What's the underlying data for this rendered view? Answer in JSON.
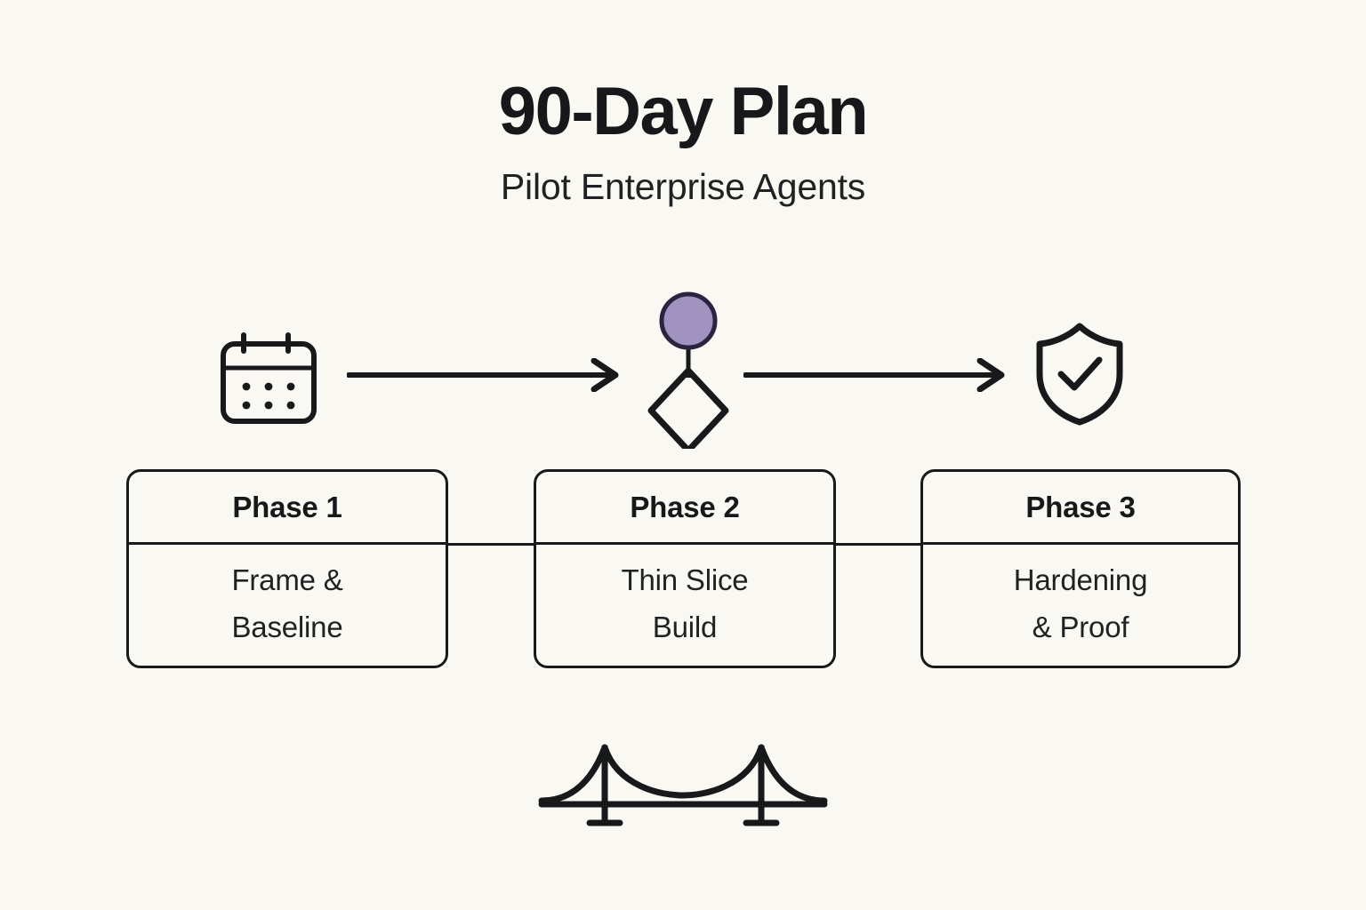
{
  "header": {
    "title": "90-Day Plan",
    "subtitle": "Pilot Enterprise Agents"
  },
  "flow": {
    "icons": [
      {
        "name": "calendar-icon",
        "meaning": "calendar"
      },
      {
        "name": "decision-node-icon",
        "meaning": "decision-diamond-with-marker"
      },
      {
        "name": "shield-check-icon",
        "meaning": "shield-check"
      }
    ],
    "arrows": [
      {
        "name": "arrow-phase1-to-phase2",
        "direction": "right"
      },
      {
        "name": "arrow-phase2-to-phase3",
        "direction": "right"
      }
    ]
  },
  "phases": [
    {
      "heading": "Phase 1",
      "body_lines": [
        "Frame &",
        "Baseline"
      ]
    },
    {
      "heading": "Phase 2",
      "body_lines": [
        "Thin Slice",
        "Build"
      ]
    },
    {
      "heading": "Phase 3",
      "body_lines": [
        "Hardening",
        "& Proof"
      ]
    }
  ],
  "footer": {
    "icon": {
      "name": "suspension-bridge-icon",
      "meaning": "bridge"
    }
  },
  "colors": {
    "background": "#faf8f3",
    "ink": "#18191b",
    "text": "#16181a",
    "accent_purple_fill": "#a193c0",
    "accent_purple_stroke": "#2b2440"
  }
}
